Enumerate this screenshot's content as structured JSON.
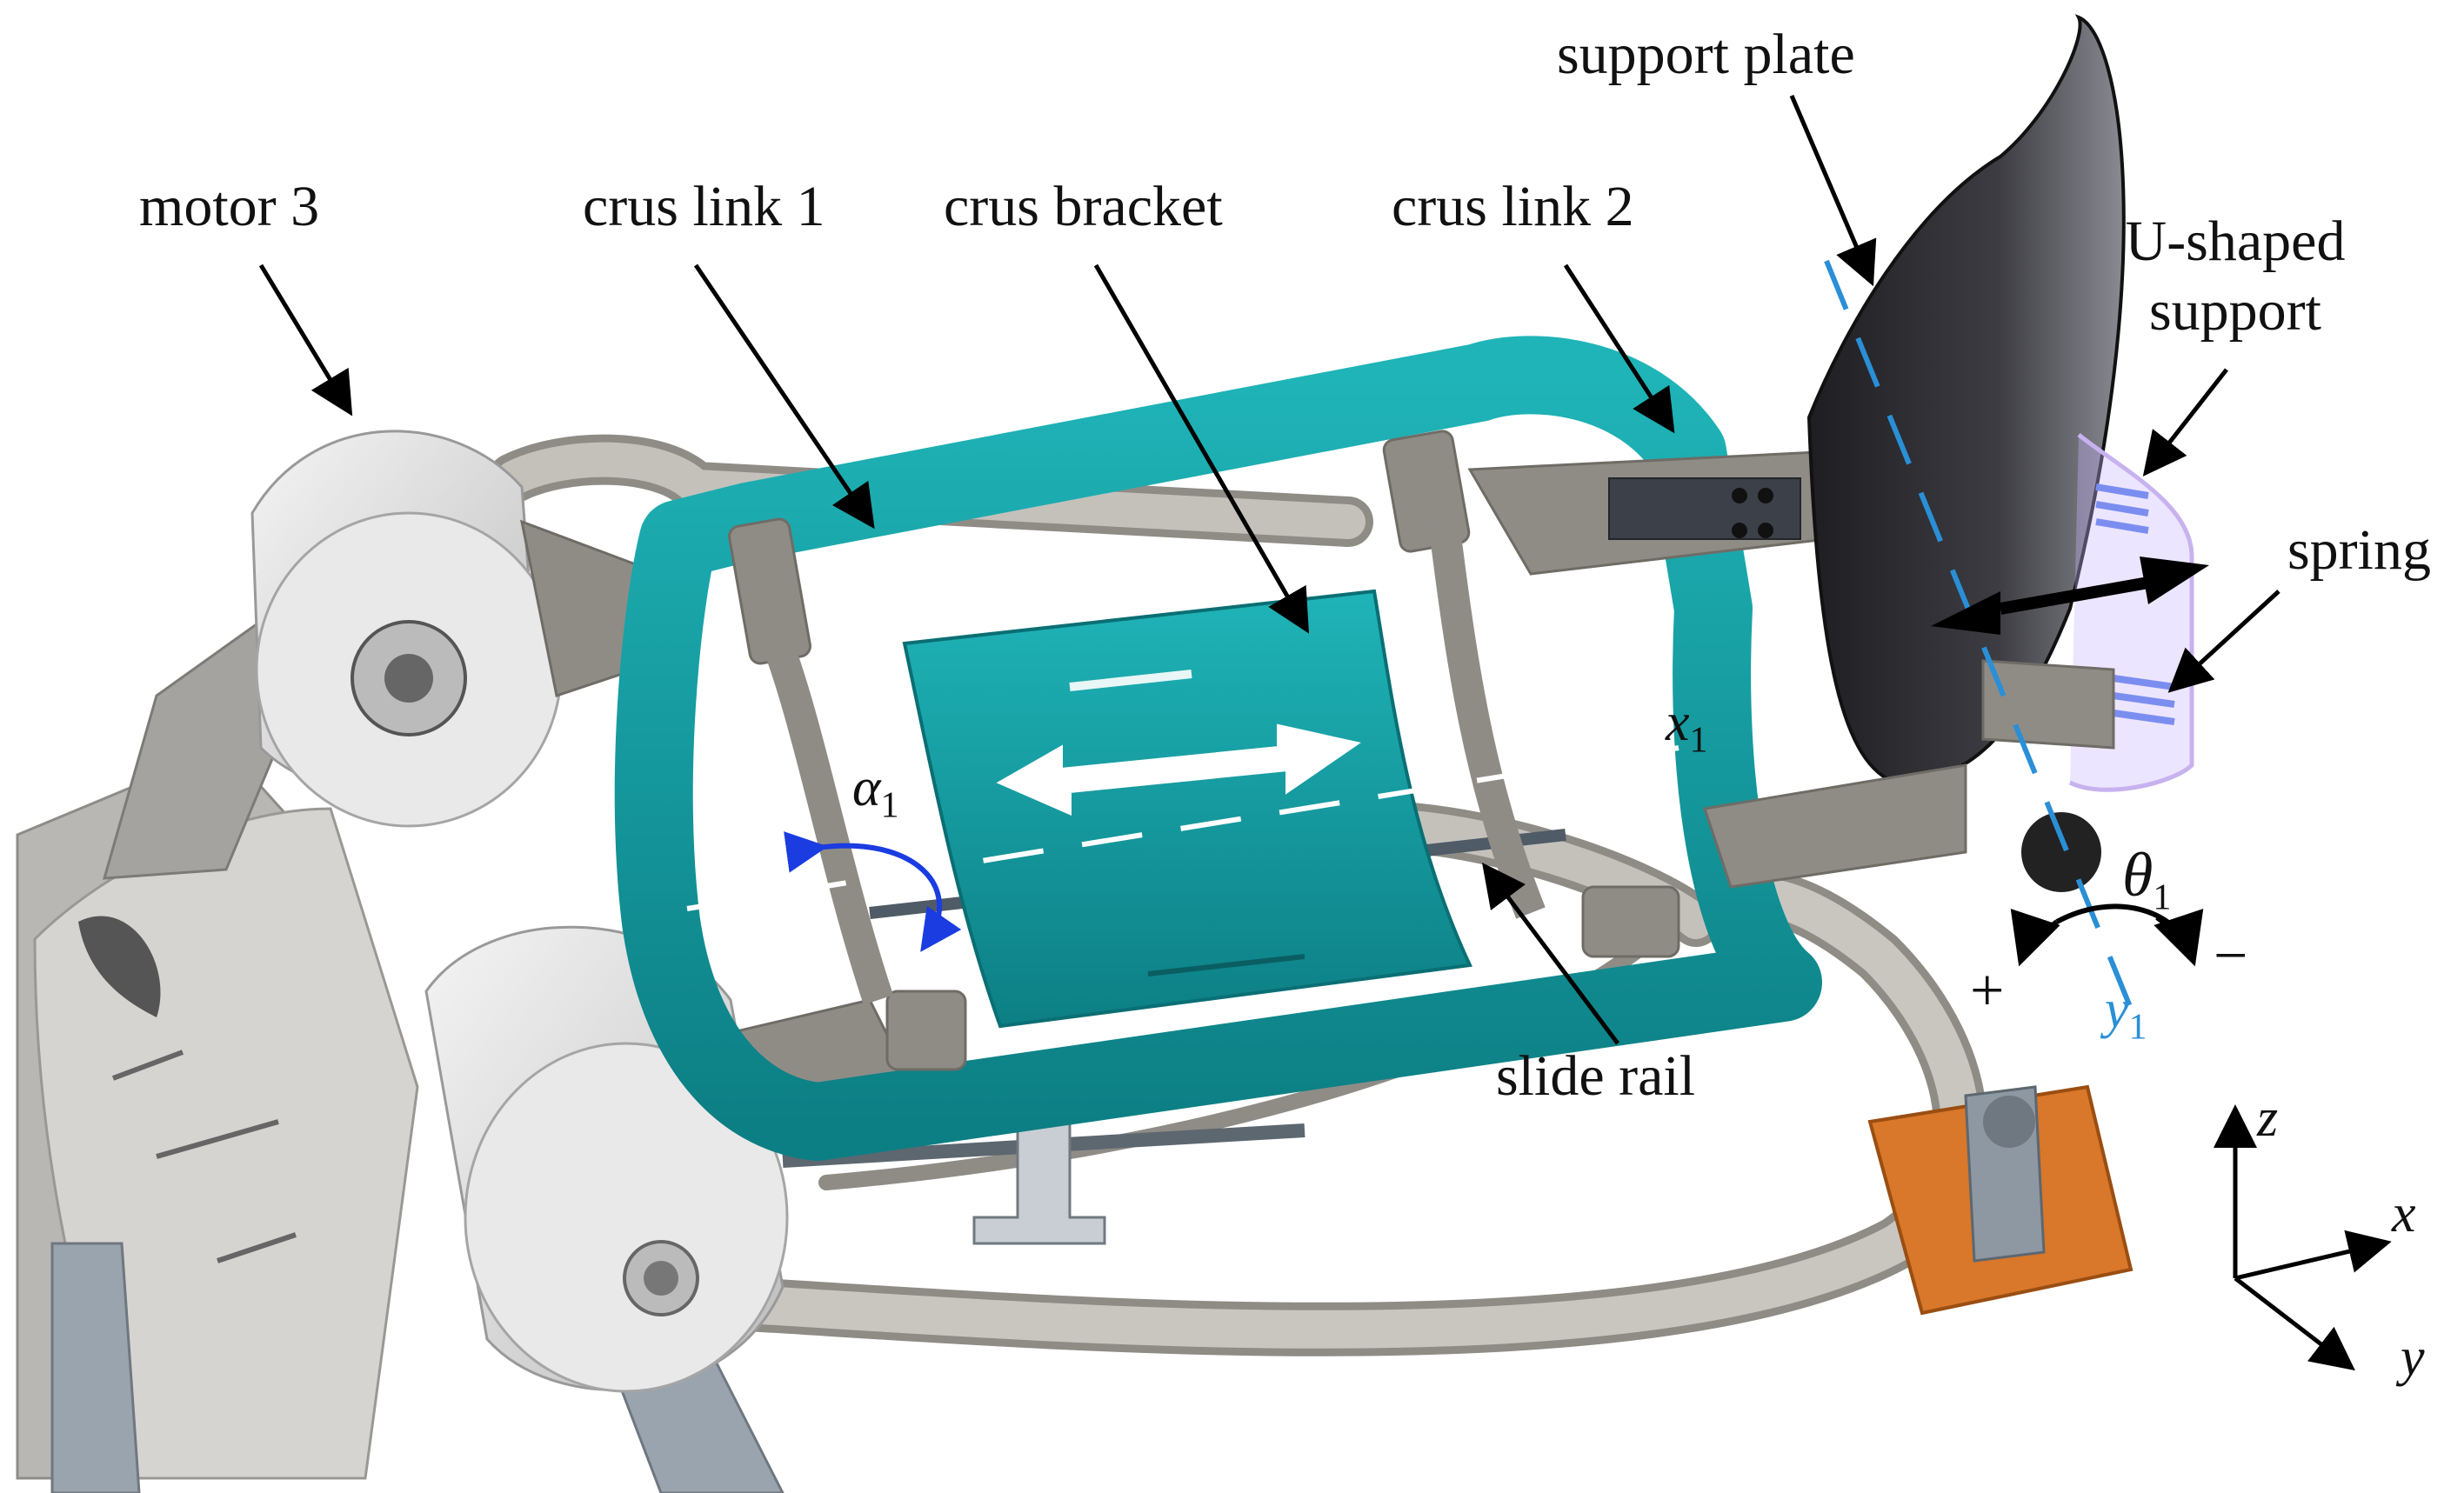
{
  "figure": {
    "labels": {
      "motor": "motor 3",
      "crus_link_1": "crus link 1",
      "crus_bracket": "crus bracket",
      "crus_link_2": "crus link 2",
      "support_plate": "support plate",
      "u_shaped_line1": "U-shaped",
      "u_shaped_line2": "support",
      "spring": "spring",
      "slide_rail": "slide rail"
    },
    "symbols": {
      "alpha": "α",
      "alpha_sub": "1",
      "theta": "θ",
      "theta_sub": "1",
      "x1": "x",
      "x1_sub": "1",
      "y1": "y",
      "y1_sub": "1",
      "plus": "+",
      "minus": "−",
      "axis_z": "z",
      "axis_x": "x",
      "axis_y": "y"
    },
    "colors": {
      "teal": "#0e8a8f",
      "teal_light": "#19b3b8",
      "grey_metal": "#8c8a86",
      "motor_white": "#e6e6e6",
      "plate_dark": "#2a2a2e",
      "orange_block": "#d9772a",
      "blue_axis": "#2a8fd6",
      "blue_arrow": "#1a3ce0",
      "arrow_black": "#000000"
    }
  }
}
